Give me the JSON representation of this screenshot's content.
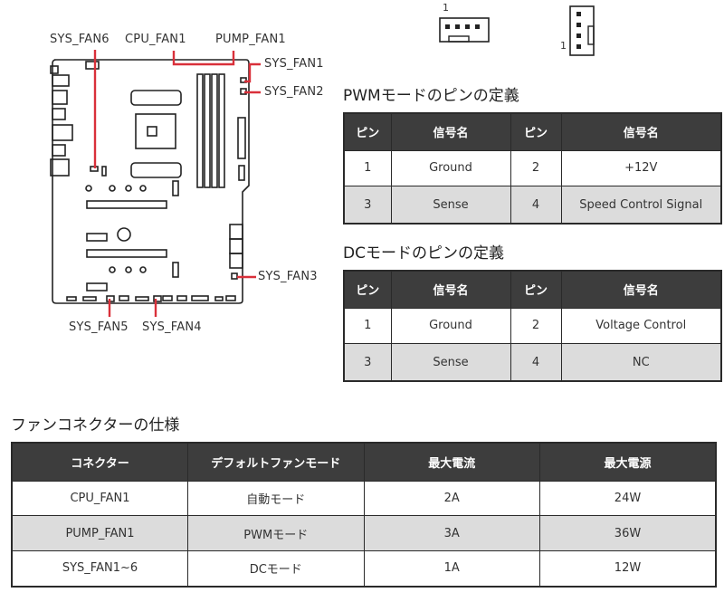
{
  "diagram": {
    "labels": {
      "sys_fan6": "SYS_FAN6",
      "cpu_fan1": "CPU_FAN1",
      "pump_fan1": "PUMP_FAN1",
      "sys_fan1": "SYS_FAN1",
      "sys_fan2": "SYS_FAN2",
      "sys_fan3": "SYS_FAN3",
      "sys_fan5": "SYS_FAN5",
      "sys_fan4": "SYS_FAN4"
    },
    "highlight_color": "#d9303a",
    "pin1_horizontal": "1",
    "pin1_vertical": "1"
  },
  "pwm": {
    "title": "PWMモードのピンの定義",
    "headers": [
      "ピン",
      "信号名",
      "ピン",
      "信号名"
    ],
    "rows": [
      [
        "1",
        "Ground",
        "2",
        "+12V"
      ],
      [
        "3",
        "Sense",
        "4",
        "Speed Control Signal"
      ]
    ]
  },
  "dc": {
    "title": "DCモードのピンの定義",
    "headers": [
      "ピン",
      "信号名",
      "ピン",
      "信号名"
    ],
    "rows": [
      [
        "1",
        "Ground",
        "2",
        "Voltage Control"
      ],
      [
        "3",
        "Sense",
        "4",
        "NC"
      ]
    ]
  },
  "spec": {
    "title": "ファンコネクターの仕様",
    "headers": [
      "コネクター",
      "デフォルトファンモード",
      "最大電流",
      "最大電源"
    ],
    "rows": [
      [
        "CPU_FAN1",
        "自動モード",
        "2A",
        "24W"
      ],
      [
        "PUMP_FAN1",
        "PWMモード",
        "3A",
        "36W"
      ],
      [
        "SYS_FAN1~6",
        "DCモード",
        "1A",
        "12W"
      ]
    ]
  }
}
